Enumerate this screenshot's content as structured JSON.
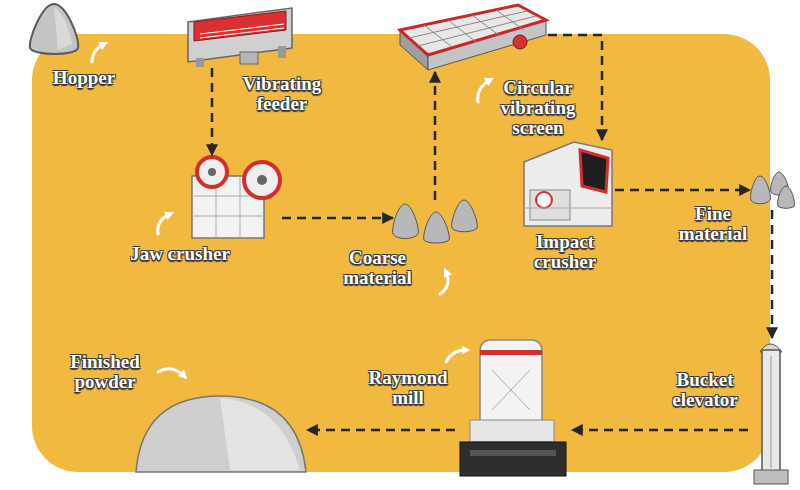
{
  "diagram": {
    "nodes": [
      {
        "text": [
          "Hopper"
        ]
      },
      {
        "text": [
          "Vibrating feeder"
        ]
      },
      {
        "text": [
          "Circular vibrating screen"
        ]
      },
      {
        "text": [
          "Jaw crusher"
        ]
      },
      {
        "text": [
          "Coarse material"
        ]
      },
      {
        "text": [
          "Impact crusher"
        ]
      },
      {
        "text": [
          "Fine material"
        ]
      },
      {
        "text": [
          "Finished powder"
        ]
      },
      {
        "text": [
          "Raymond mill"
        ]
      },
      {
        "text": [
          "Bucket elevator"
        ]
      }
    ],
    "edges": [
      {
        "from": 1,
        "to": 3,
        "arrow": "to"
      },
      {
        "from": 3,
        "to": 4,
        "arrow": "to"
      },
      {
        "from": 4,
        "to": 2,
        "arrow": "to"
      },
      {
        "from": 2,
        "to": 5,
        "arrow": "to"
      },
      {
        "from": 5,
        "to": 6,
        "arrow": "to"
      },
      {
        "from": 6,
        "to": 9,
        "arrow": "to"
      },
      {
        "from": 9,
        "to": 8,
        "arrow": "to"
      },
      {
        "from": 8,
        "to": 7,
        "arrow": "to"
      }
    ]
  }
}
